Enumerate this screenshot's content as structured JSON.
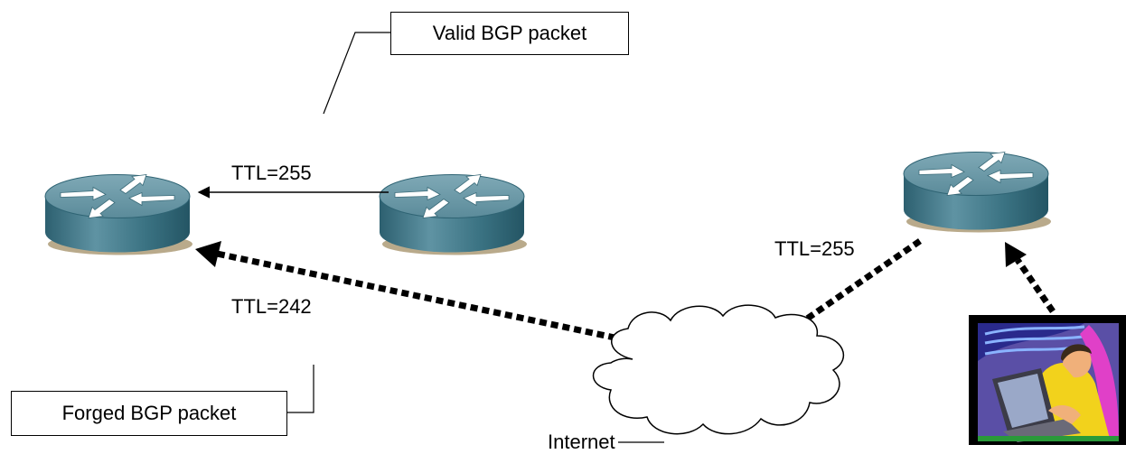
{
  "callouts": {
    "valid": "Valid BGP packet",
    "forged": "Forged BGP packet"
  },
  "labels": {
    "ttl_valid": "TTL=255",
    "ttl_forged_received": "TTL=242",
    "ttl_forged_sent": "TTL=255",
    "internet": "Internet"
  },
  "icons": {
    "router": "router-icon",
    "cloud": "cloud-icon",
    "attacker": "attacker-clipart-icon"
  },
  "colors": {
    "router_top": "#6f9aa7",
    "router_side": "#2f6474",
    "router_shadow": "#b8a98a",
    "arrow": "#000000"
  }
}
